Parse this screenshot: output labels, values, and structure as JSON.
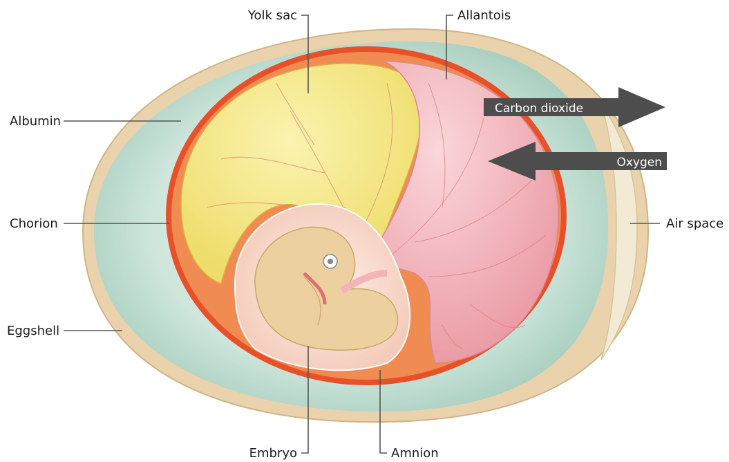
{
  "labels": {
    "yolk_sac": "Yolk sac",
    "allantois": "Allantois",
    "albumin": "Albumin",
    "chorion": "Chorion",
    "eggshell": "Eggshell",
    "air_space": "Air space",
    "embryo": "Embryo",
    "amnion": "Amnion"
  },
  "arrows": {
    "carbon_dioxide": "Carbon dioxide",
    "oxygen": "Oxygen"
  },
  "colors": {
    "shell": "#ead2ac",
    "albumin": "#cfe6dc",
    "chorion": "#e8502a",
    "membrane": "#f08c52",
    "yolk": "#f5ea8a",
    "allantois": "#f0b4bc",
    "embryo": "#ecd0a0",
    "arrow": "#4d4d4d"
  }
}
